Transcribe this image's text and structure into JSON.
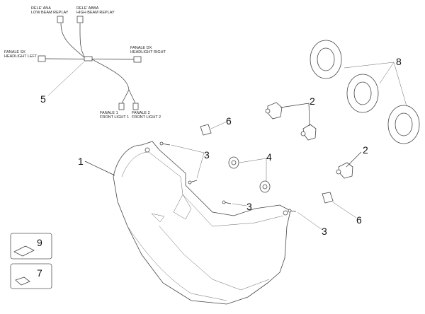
{
  "wiring": {
    "low_beam_it": "RELE' ANA",
    "low_beam_en": "LOW BEAM REPLAY",
    "high_beam_it": "RELE' ABBA",
    "high_beam_en": "HIGH BEAM REPLAY",
    "left_it": "FANALE SX",
    "left_en": "HEADLIGHT LEFT",
    "right_it": "FANALE DX",
    "right_en": "HEADLIGHT RIGHT",
    "front1_it": "FANALE 1",
    "front1_en": "FRONT LIGHT 1",
    "front2_it": "FANALE 2",
    "front2_en": "FRONT LIGHT 2"
  },
  "callouts": {
    "headlight": "1",
    "bulb_a": "2",
    "bulb_b": "2",
    "screw_a": "3",
    "screw_b": "3",
    "screw_c": "3",
    "grommet": "4",
    "wiring_harness": "5",
    "clip_a": "6",
    "clip_b": "6",
    "clip_kit": "7",
    "cover": "8",
    "kit_9": "9"
  }
}
